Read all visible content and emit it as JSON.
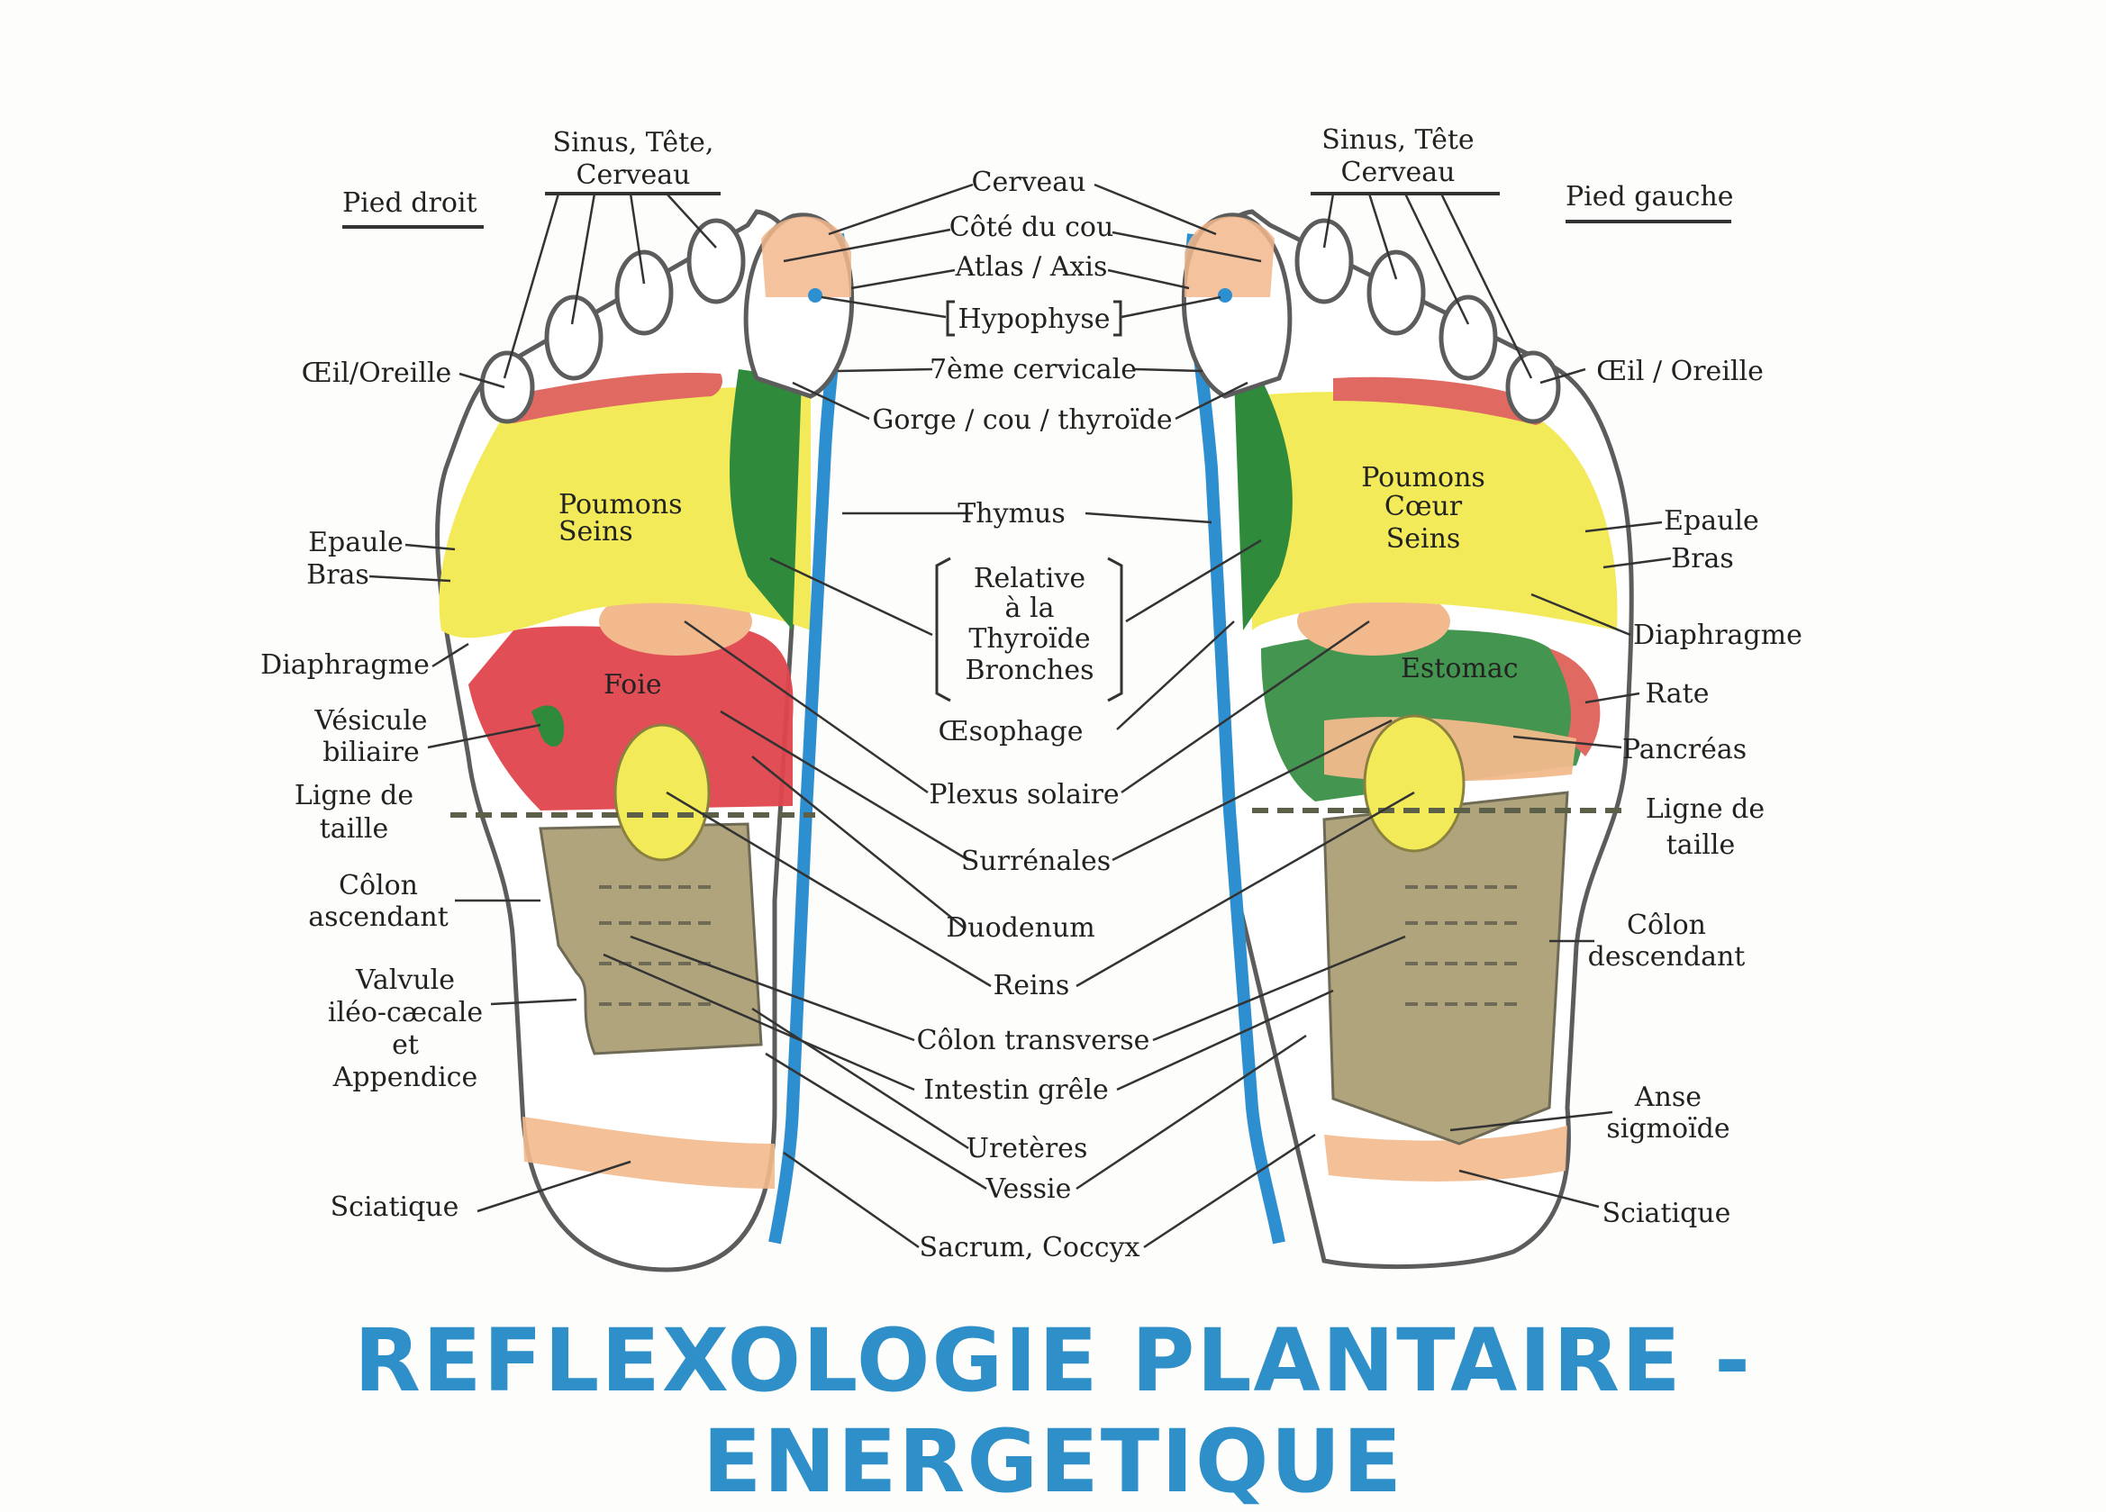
{
  "title": "REFLEXOLOGIE PLANTAIRE - ENERGETIQUE",
  "headers": {
    "right_foot": "Pied droit",
    "left_foot": "Pied gauche",
    "sinus_right": [
      "Sinus, Tête,",
      "Cerveau"
    ],
    "sinus_left": [
      "Sinus, Tête",
      "Cerveau"
    ]
  },
  "inner_labels": {
    "poumons_seins": [
      "Poumons",
      "Seins"
    ],
    "poumons_coeur_seins": [
      "Poumons",
      "Cœur",
      "Seins"
    ],
    "foie": "Foie",
    "estomac": "Estomac"
  },
  "center_labels": {
    "cerveau": "Cerveau",
    "cote_du_cou": "Côté du cou",
    "atlas_axis": "Atlas / Axis",
    "hypophyse": "Hypophyse",
    "cervicale": "7ème cervicale",
    "gorge": "Gorge / cou / thyroïde",
    "thymus": "Thymus",
    "relative": [
      "Relative",
      "à la",
      "Thyroïde",
      "Bronches"
    ],
    "oesophage": "Œsophage",
    "plexus": "Plexus solaire",
    "surrenales": "Surrénales",
    "duodenum": "Duodenum",
    "reins": "Reins",
    "colon_transverse": "Côlon transverse",
    "intestin": "Intestin grêle",
    "ureteres": "Uretères",
    "vessie": "Vessie",
    "sacrum": "Sacrum, Coccyx"
  },
  "left_labels": {
    "oeil": "Œil/Oreille",
    "epaule": "Epaule",
    "bras": "Bras",
    "diaphragme": "Diaphragme",
    "vesicule": [
      "Vésicule",
      "biliaire"
    ],
    "ligne": [
      "Ligne de",
      "taille"
    ],
    "colon_asc": [
      "Côlon",
      "ascendant"
    ],
    "valvule": [
      "Valvule",
      "iléo-cæcale",
      "et",
      "Appendice"
    ],
    "sciatique": "Sciatique"
  },
  "right_labels": {
    "oeil": "Œil / Oreille",
    "epaule": "Epaule",
    "bras": "Bras",
    "diaphragme": "Diaphragme",
    "rate": "Rate",
    "pancreas": "Pancréas",
    "ligne": [
      "Ligne de",
      "taille"
    ],
    "colon_desc": [
      "Côlon",
      "descendant"
    ],
    "anse": [
      "Anse",
      "sigmoïde"
    ],
    "sciatique": "Sciatique"
  },
  "colors": {
    "outline": "#5c5c5c",
    "spine_blue": "#2e8fd0",
    "neck_green": "#2f8a3c",
    "lung_yellow": "#f2ea58",
    "liver_red": "#e0454c",
    "peach": "#f2b98c",
    "colon_brown": "#b0a47c",
    "eye_red": "#e06a62",
    "title_blue": "#2f8fc8"
  }
}
